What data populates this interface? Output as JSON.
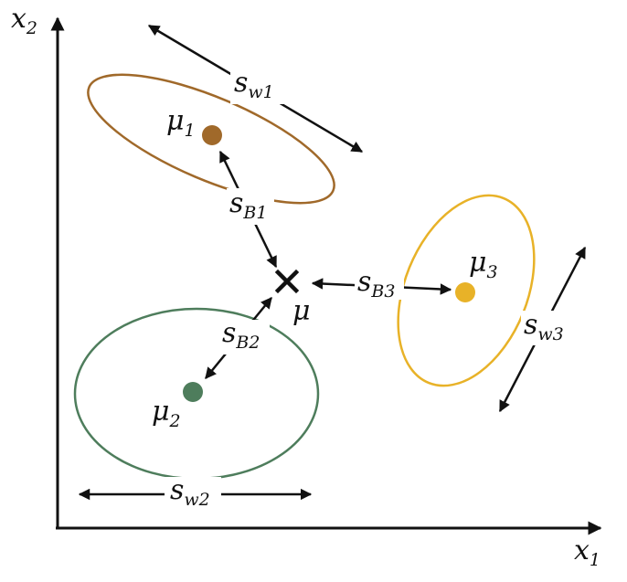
{
  "axes": {
    "x": {
      "base": "x",
      "sub": "1"
    },
    "y": {
      "base": "x",
      "sub": "2"
    }
  },
  "overall_mean": {
    "symbol": "μ"
  },
  "classes": [
    {
      "id": "c1",
      "color": "#a0692a",
      "mean": {
        "base": "μ",
        "sub": "1"
      },
      "within": {
        "base": "s",
        "sub": "w1"
      },
      "between": {
        "base": "s",
        "sub": "B1"
      }
    },
    {
      "id": "c2",
      "color": "#4e7d5c",
      "mean": {
        "base": "μ",
        "sub": "2"
      },
      "within": {
        "base": "s",
        "sub": "w2"
      },
      "between": {
        "base": "s",
        "sub": "B2"
      }
    },
    {
      "id": "c3",
      "color": "#e8b228",
      "mean": {
        "base": "μ",
        "sub": "3"
      },
      "within": {
        "base": "s",
        "sub": "w3"
      },
      "between": {
        "base": "s",
        "sub": "B3"
      }
    }
  ],
  "colors": {
    "axis": "#111111",
    "arrow": "#111111"
  }
}
